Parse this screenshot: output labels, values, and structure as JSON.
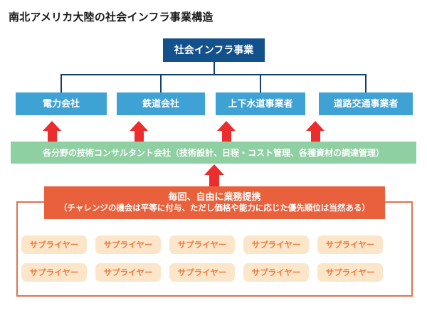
{
  "title": "南北アメリカ大陸の社会インフラ事業構造",
  "root": {
    "label": "社会インフラ事業"
  },
  "utilities": [
    {
      "label": "電力会社"
    },
    {
      "label": "鉄道会社"
    },
    {
      "label": "上下水道事業者"
    },
    {
      "label": "道路交通事業者"
    }
  ],
  "consultant": {
    "label": "各分野の技術コンサルタント会社（技術設計、日程・コスト管理、各種資材の調達管理）"
  },
  "partnership": {
    "line1": "毎回、自由に業務提携",
    "line2": "（チャレンジの機会は平等に付与、ただし価格や能力に応じた優先順位は当然ある）"
  },
  "suppliers": {
    "rows": [
      [
        {
          "label": "サプライヤー"
        },
        {
          "label": "サプライヤー"
        },
        {
          "label": "サプライヤー"
        },
        {
          "label": "サプライヤー"
        },
        {
          "label": "サプライヤー"
        }
      ],
      [
        {
          "label": "サプライヤー"
        },
        {
          "label": "サプライヤー"
        },
        {
          "label": "サプライヤー"
        },
        {
          "label": "サプライヤー"
        },
        {
          "label": "サプライヤー"
        }
      ]
    ]
  },
  "colors": {
    "root_box": "#12518c",
    "utility_box": "#3fa2d4",
    "connector_line": "#0e3f6e",
    "arrow_red": "#ec2d2d",
    "consultant_band": "#8ed0a2",
    "partnership_band": "#e8613c",
    "supplier_frame_border": "#e2714f",
    "supplier_box": "#fce6c9",
    "supplier_text": "#f07a3e",
    "title_text": "#1a1a1a",
    "background": "#ffffff"
  }
}
